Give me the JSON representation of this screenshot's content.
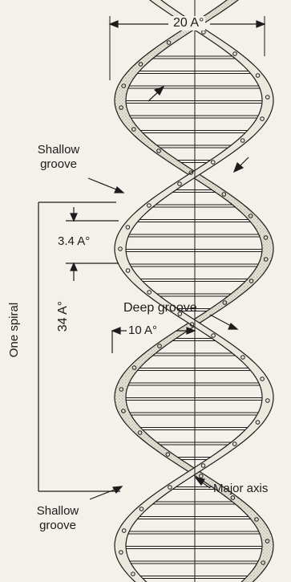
{
  "labels": {
    "width": "20 A°",
    "shallow_top_line1": "Shallow",
    "shallow_top_line2": "groove",
    "rise": "3.4 A°",
    "pitch": "34 A°",
    "one_spiral": "One spiral",
    "deep_groove": "Deep groove",
    "radius": "10 A°",
    "major_axis": "Major axis",
    "shallow_bottom_line1": "Shallow",
    "shallow_bottom_line2": "groove"
  },
  "colors": {
    "background": "#f4f1ea",
    "ink": "#1c1c1c",
    "strand_fill": "#e7e2d6",
    "strand_shade": "#c9c3b6"
  },
  "icons": [
    "strand-direction-arrow-up",
    "strand-direction-arrow-down"
  ]
}
